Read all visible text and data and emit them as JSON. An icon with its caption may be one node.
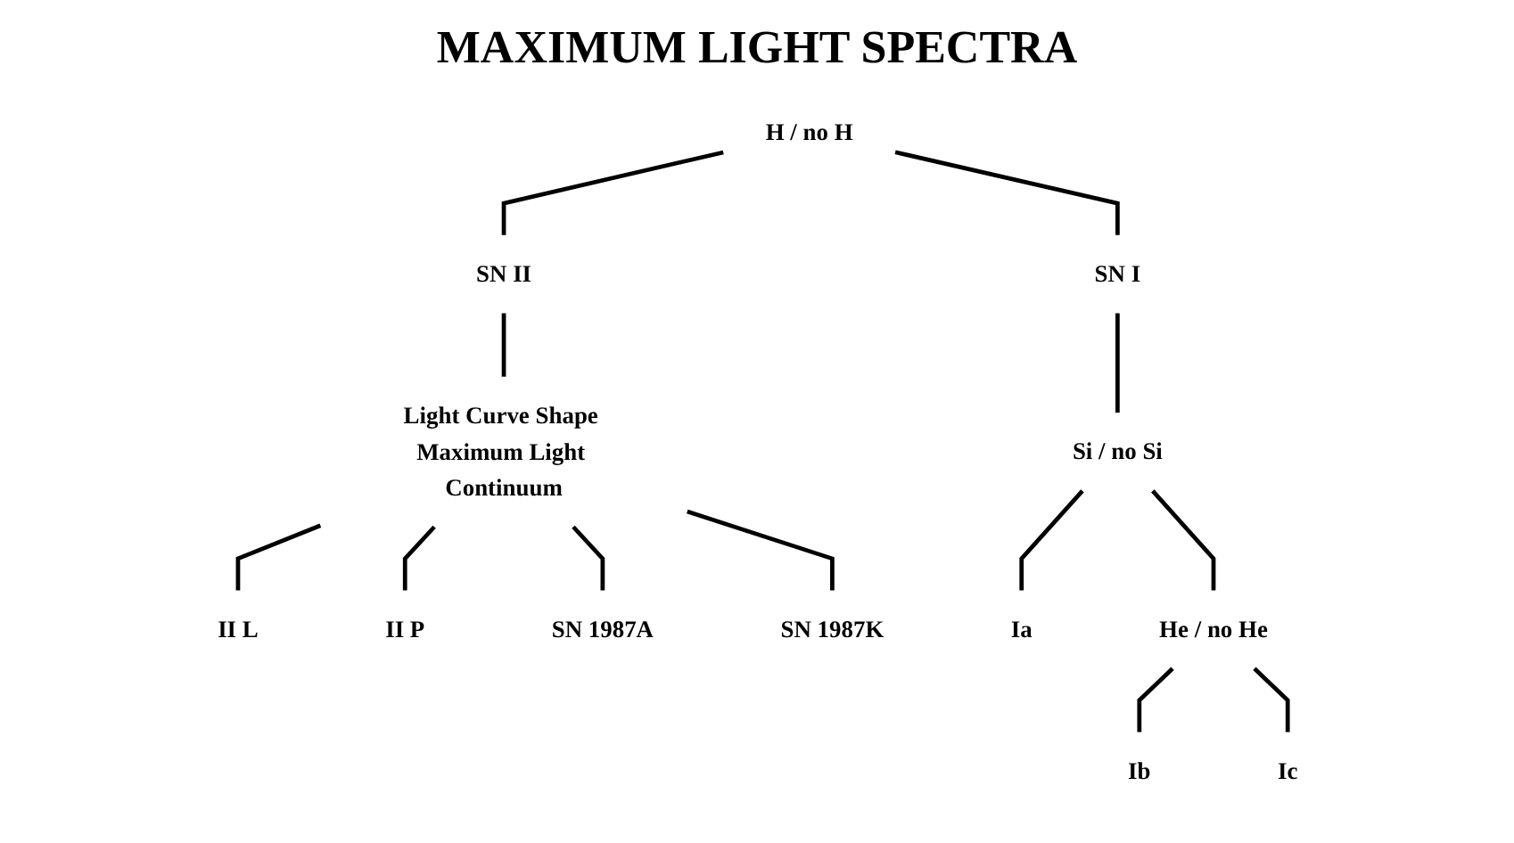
{
  "diagram": {
    "title": "MAXIMUM LIGHT SPECTRA",
    "nodes": [
      {
        "text": [
          "H / no H"
        ]
      },
      {
        "text": [
          "SN II"
        ]
      },
      {
        "text": [
          "SN I"
        ]
      },
      {
        "text": [
          "Light Curve Shape Maximum Light Continuum"
        ]
      },
      {
        "text": [
          "II L"
        ]
      },
      {
        "text": [
          "II P"
        ]
      },
      {
        "text": [
          "SN 1987A"
        ]
      },
      {
        "text": [
          "SN 1987K"
        ]
      },
      {
        "text": [
          "Si / no Si"
        ]
      },
      {
        "text": [
          "Ia"
        ]
      },
      {
        "text": [
          "He / no He"
        ]
      },
      {
        "text": [
          "Ib"
        ]
      },
      {
        "text": [
          "Ic"
        ]
      }
    ],
    "edges": [
      {
        "from": 0,
        "to": 1,
        "arrow": "none"
      },
      {
        "from": 0,
        "to": 2,
        "arrow": "none"
      },
      {
        "from": 1,
        "to": 3,
        "arrow": "none"
      },
      {
        "from": 3,
        "to": 4,
        "arrow": "none"
      },
      {
        "from": 3,
        "to": 5,
        "arrow": "none"
      },
      {
        "from": 3,
        "to": 6,
        "arrow": "none"
      },
      {
        "from": 3,
        "to": 7,
        "arrow": "none"
      },
      {
        "from": 2,
        "to": 8,
        "arrow": "none"
      },
      {
        "from": 8,
        "to": 9,
        "arrow": "none"
      },
      {
        "from": 8,
        "to": 10,
        "arrow": "none"
      },
      {
        "from": 10,
        "to": 11,
        "arrow": "none"
      },
      {
        "from": 10,
        "to": 12,
        "arrow": "none"
      }
    ]
  }
}
